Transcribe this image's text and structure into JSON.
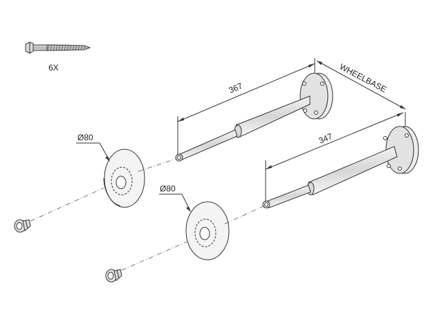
{
  "labels": {
    "screw_qty": "6X",
    "dim_top_length": "367",
    "dim_bottom_length": "347",
    "dim_wheelbase": "WHEELBASE",
    "washer_top_diameter": "Ø80",
    "washer_bottom_diameter": "Ø80"
  }
}
